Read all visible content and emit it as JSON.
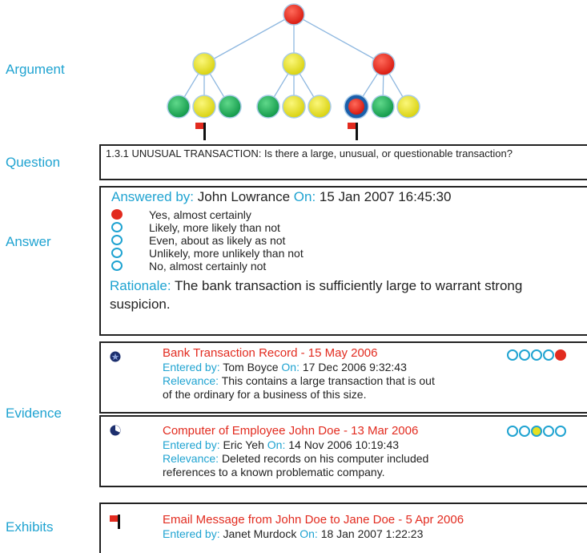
{
  "labels": {
    "argument": "Argument",
    "question": "Question",
    "answer": "Answer",
    "evidence": "Evidence",
    "exhibits": "Exhibits"
  },
  "colors": {
    "accent": "#1fa3d1",
    "red": "#e22b1f",
    "yellow": "#e8e020",
    "green": "#1faa55"
  },
  "question": {
    "text": "1.3.1 UNUSUAL TRANSACTION: Is there a large, unusual, or questionable transaction?"
  },
  "answer": {
    "answered_by_label": "Answered by:",
    "answered_by": "John Lowrance",
    "on_label": "On:",
    "on": "15 Jan 2007 16:45:30",
    "options": [
      "Yes, almost certainly",
      "Likely, more likely than not",
      "Even, about as likely as not",
      "Unlikely, more unlikely than not",
      "No, almost certainly not"
    ],
    "selected_option": 0,
    "rationale_label": "Rationale:",
    "rationale": "The bank transaction is sufficiently large to warrant strong suspicion."
  },
  "evidence": [
    {
      "title": "Bank Transaction Record - 15 May 2006",
      "entered_by_label": "Entered by:",
      "entered_by": "Tom Boyce",
      "on_label": "On:",
      "on": "17 Dec 2006 9:32:43",
      "relevance_label": "Relevance:",
      "relevance_line1": "This contains a large transaction that is out",
      "relevance_line2": "of the ordinary for a business of this size.",
      "rating": [
        "empty",
        "empty",
        "empty",
        "empty",
        "red"
      ]
    },
    {
      "title": "Computer of Employee John Doe - 13 Mar 2006",
      "entered_by_label": "Entered by:",
      "entered_by": "Eric Yeh",
      "on_label": "On:",
      "on": "14 Nov 2006 10:19:43",
      "relevance_label": "Relevance:",
      "relevance_line1": "Deleted records on his computer included",
      "relevance_line2": "references to a known problematic company.",
      "rating": [
        "empty",
        "empty",
        "yellow",
        "empty",
        "empty"
      ]
    }
  ],
  "exhibits": [
    {
      "title": "Email Message from John Doe to Jane Doe - 5 Apr 2006",
      "entered_by_label": "Entered by:",
      "entered_by": "Janet Murdock",
      "on_label": "On:",
      "on": "18 Jan 2007 1:22:23"
    }
  ],
  "tree": {
    "root": "red",
    "level1": [
      "yellow",
      "yellow",
      "red"
    ],
    "level2": [
      [
        "green",
        "yellow",
        "green"
      ],
      [
        "green",
        "yellow",
        "yellow"
      ],
      [
        "red-selected",
        "green",
        "yellow"
      ]
    ],
    "flags_under": [
      [
        0,
        1
      ],
      [
        2,
        0
      ]
    ]
  }
}
